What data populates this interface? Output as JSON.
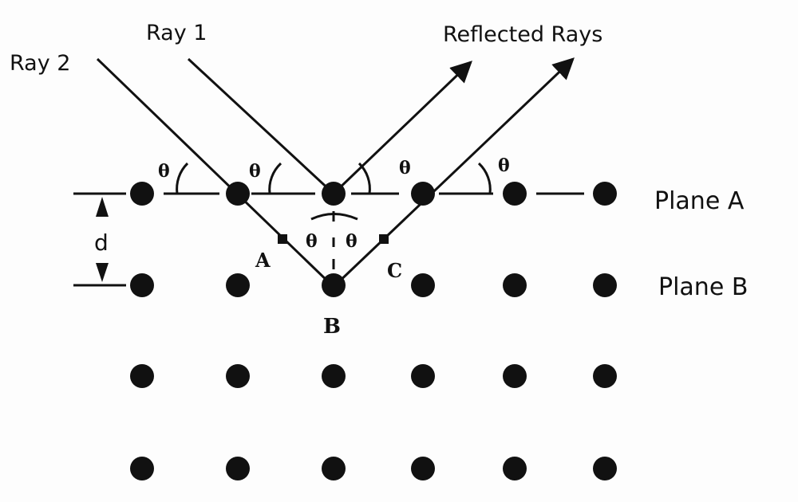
{
  "labels": {
    "ray1": "Ray 1",
    "ray2": "Ray 2",
    "reflected": "Reflected Rays",
    "plane_a": "Plane A",
    "plane_b": "Plane B",
    "spacing": "d",
    "point_a": "A",
    "point_b": "B",
    "point_c": "C",
    "theta": "θ"
  },
  "lattice": {
    "rows": 4,
    "cols": 6
  },
  "colors": {
    "ink": "#111111",
    "paper": "#fdfdfd"
  }
}
